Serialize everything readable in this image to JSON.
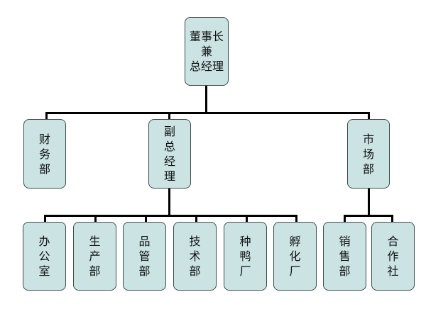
{
  "root": {
    "lines": [
      "董事长",
      "兼",
      "总经理"
    ]
  },
  "level2": {
    "finance": {
      "lines": [
        "财",
        "务",
        "部"
      ]
    },
    "vp": {
      "lines": [
        "副",
        "总",
        "经",
        "理"
      ]
    },
    "marketing": {
      "lines": [
        "市",
        "场",
        "部"
      ]
    }
  },
  "level3": {
    "office": {
      "lines": [
        "办",
        "公",
        "室"
      ]
    },
    "production": {
      "lines": [
        "生",
        "产",
        "部"
      ]
    },
    "quality": {
      "lines": [
        "品",
        "管",
        "部"
      ]
    },
    "technology": {
      "lines": [
        "技",
        "术",
        "部"
      ]
    },
    "breeding": {
      "lines": [
        "种",
        "鸭",
        "厂"
      ]
    },
    "hatchery": {
      "lines": [
        "孵",
        "化",
        "厂"
      ]
    },
    "sales": {
      "lines": [
        "销",
        "售",
        "部"
      ]
    },
    "cooperative": {
      "lines": [
        "合",
        "作",
        "社"
      ]
    }
  },
  "colors": {
    "box_fill": "#cbe3e3",
    "box_border": "#3e4b4b",
    "connector": "#000000",
    "text": "#111111"
  }
}
